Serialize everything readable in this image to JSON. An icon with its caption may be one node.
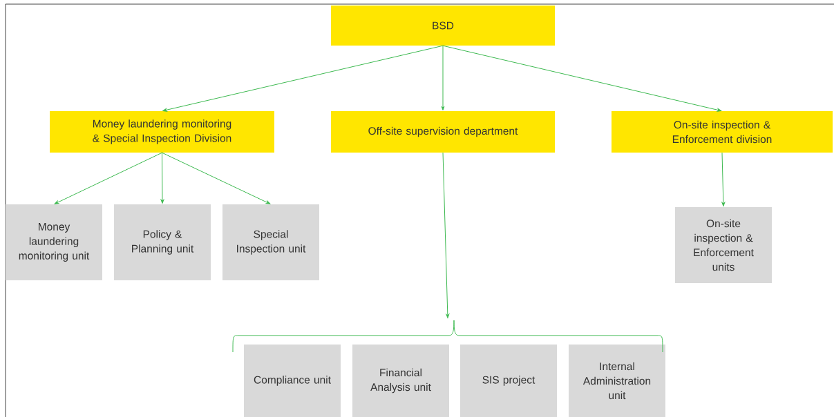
{
  "diagram": {
    "nodes": [
      {
        "text": [
          "BSD"
        ]
      },
      {
        "text": [
          "Money laundering monitoring & Special Inspection Division"
        ]
      },
      {
        "text": [
          "Off-site supervision department"
        ]
      },
      {
        "text": [
          "On-site inspection & Enforcement division"
        ]
      },
      {
        "text": [
          "Money laundering monitoring unit"
        ]
      },
      {
        "text": [
          "Policy & Planning unit"
        ]
      },
      {
        "text": [
          "Special Inspection unit"
        ]
      },
      {
        "text": [
          "On-site inspection & Enforcement units"
        ]
      },
      {
        "text": [
          "Compliance unit"
        ]
      },
      {
        "text": [
          "Financial Analysis unit"
        ]
      },
      {
        "text": [
          "SIS project"
        ]
      },
      {
        "text": [
          "Internal Administration unit"
        ]
      },
      {
        "text": [],
        "shape": "bracket"
      }
    ],
    "edges": [
      {
        "from": 0,
        "to": 1,
        "arrow": "to"
      },
      {
        "from": 0,
        "to": 2,
        "arrow": "to"
      },
      {
        "from": 0,
        "to": 3,
        "arrow": "to"
      },
      {
        "from": 1,
        "to": 4,
        "arrow": "to"
      },
      {
        "from": 1,
        "to": 5,
        "arrow": "to"
      },
      {
        "from": 1,
        "to": 6,
        "arrow": "to"
      },
      {
        "from": 3,
        "to": 7,
        "arrow": "to"
      },
      {
        "from": 2,
        "to": 12,
        "arrow": "to"
      }
    ]
  }
}
